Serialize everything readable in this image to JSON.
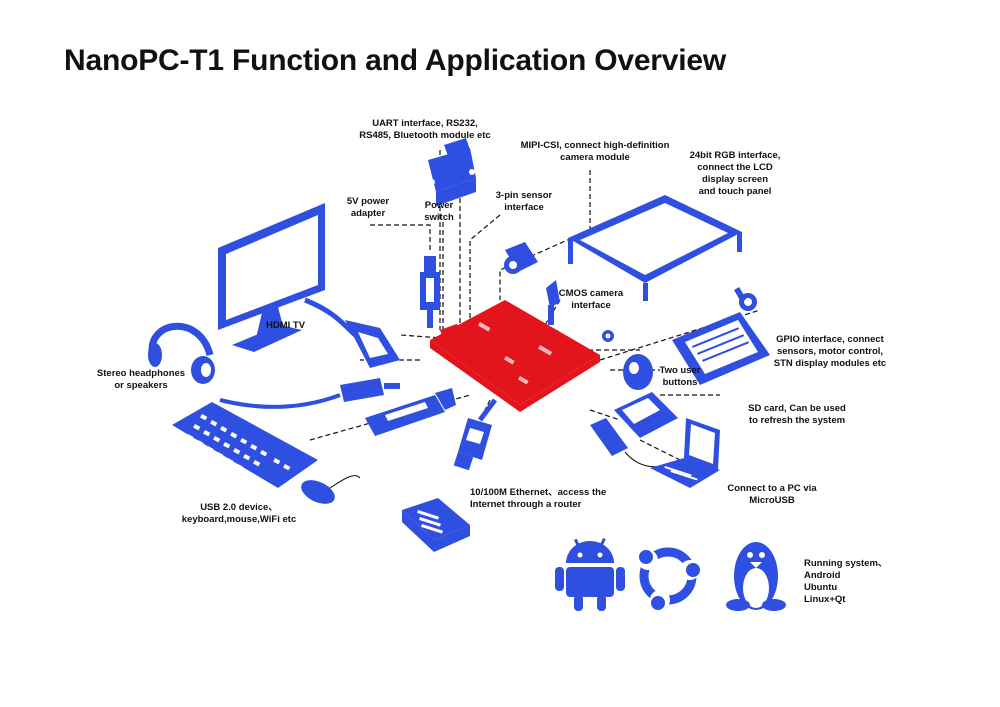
{
  "title": "NanoPC-T1 Function and Application Overview",
  "labels": {
    "uart": [
      "UART interface, RS232,",
      "RS485, Bluetooth module etc"
    ],
    "mipi": [
      "MIPI-CSI, connect high-definition",
      "camera module"
    ],
    "rgb": [
      "24bit RGB interface,",
      "connect the LCD",
      "display screen",
      "and touch panel"
    ],
    "power5v": [
      "5V power",
      "adapter"
    ],
    "powersw": [
      "Power",
      "switch"
    ],
    "sensor": [
      "3-pin sensor",
      "interface"
    ],
    "cmos": [
      "CMOS camera",
      "interface"
    ],
    "hdmi": [
      "HDMI TV"
    ],
    "headphones": [
      "Stereo headphones",
      "or speakers"
    ],
    "gpio": [
      "GPIO interface, connect",
      "sensors, motor control,",
      "STN display modules etc"
    ],
    "buttons": [
      "Two user",
      "buttons"
    ],
    "sdcard": [
      "SD card, Can be used",
      "to refresh the system"
    ],
    "pc": [
      "Connect to a PC via",
      "MicroUSB"
    ],
    "usb": [
      "USB 2.0 device、",
      "keyboard,mouse,WiFi etc"
    ],
    "ethernet": [
      "10/100M Ethernet、access the",
      "Internet through a router"
    ],
    "os": [
      "Running system、",
      "Android",
      "Ubuntu",
      "Linux+Qt"
    ]
  },
  "colors": {
    "device_blue": "#2f4fe0",
    "board_red": "#e3141b",
    "text": "#111111"
  },
  "icons": [
    "monitor-icon",
    "hdmi-cable-icon",
    "headphones-icon",
    "audio-jack-icon",
    "usb-plug-icon",
    "keyboard-icon",
    "mouse-icon",
    "ethernet-cable-icon",
    "router-icon",
    "db9-connector-icon",
    "power-plug-icon",
    "camera-module-icon",
    "lcd-panel-icon",
    "cmos-camera-icon",
    "lcd-module-icon",
    "potentiometer-icon",
    "buttons-icon",
    "sd-card-icon",
    "micro-usb-cable-icon",
    "laptop-icon",
    "android-icon",
    "ubuntu-icon",
    "tux-icon",
    "nanopc-board-icon"
  ]
}
